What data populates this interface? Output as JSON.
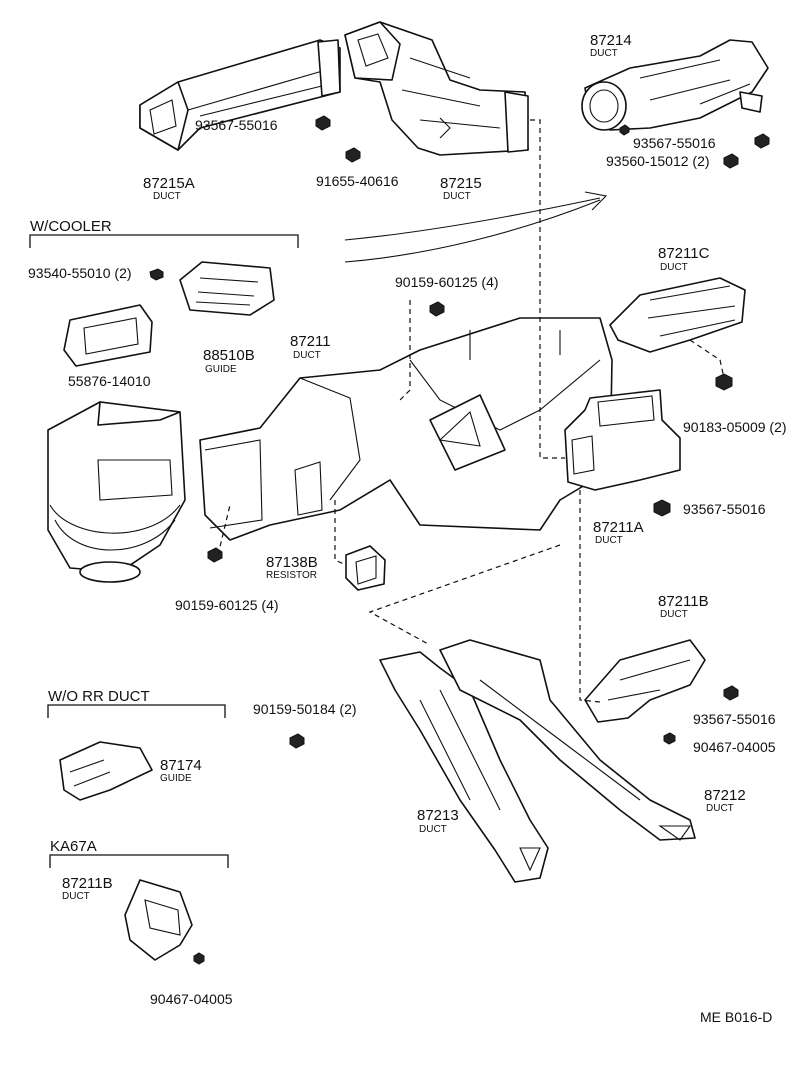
{
  "labels": {
    "p87215A": "87215A",
    "p87215A_sub": "DUCT",
    "p87215": "87215",
    "p87215_sub": "DUCT",
    "p87214": "87214",
    "p87214_sub": "DUCT",
    "bolt1": "93567-55016",
    "bolt2": "91655-40616",
    "bolt3": "93567-55016",
    "bolt4": "93560-15012 (2)",
    "wcooler": "W/COOLER",
    "screw1": "93540-55010 (2)",
    "screw2": "90159-60125 (4)",
    "p87211C": "87211C",
    "p87211C_sub": "DUCT",
    "p88510B": "88510B",
    "p88510B_sub": "GUIDE",
    "p87211": "87211",
    "p87211_sub": "DUCT",
    "p55876": "55876-14010",
    "clip1": "90183-05009 (2)",
    "bolt5": "93567-55016",
    "p87211A": "87211A",
    "p87211A_sub": "DUCT",
    "p87138B": "87138B",
    "p87138B_sub": "RESISTOR",
    "screw3": "90159-60125 (4)",
    "p87211B": "87211B",
    "p87211B_sub": "DUCT",
    "wo_rr": "W/O  RR  DUCT",
    "screw4": "90159-50184 (2)",
    "bolt6": "93567-55016",
    "clip2": "90467-04005",
    "p87174": "87174",
    "p87174_sub": "GUIDE",
    "p87212": "87212",
    "p87212_sub": "DUCT",
    "p87213": "87213",
    "p87213_sub": "DUCT",
    "ka67a": "KA67A",
    "p87211B2": "87211B",
    "p87211B2_sub": "DUCT",
    "clip3": "90467-04005",
    "ref": "ME  B016-D"
  }
}
